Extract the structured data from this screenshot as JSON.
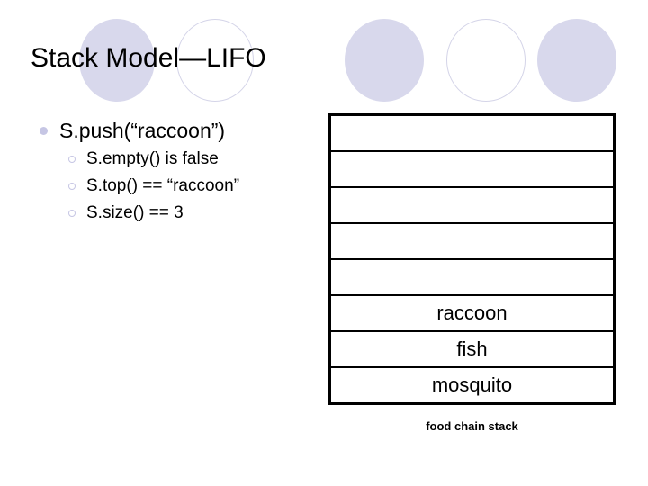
{
  "slide": {
    "title": "Stack Model—LIFO",
    "background_color": "#ffffff",
    "accent_color": "#d8d8ec",
    "text_color": "#000000"
  },
  "decorations": {
    "circles": [
      {
        "name": "circle-1",
        "style": "filled",
        "color": "#d8d8ec"
      },
      {
        "name": "circle-2",
        "style": "outline",
        "color": "#d4d4e8"
      },
      {
        "name": "circle-3",
        "style": "filled",
        "color": "#d8d8ec"
      },
      {
        "name": "circle-4",
        "style": "outline",
        "color": "#d4d4e8"
      },
      {
        "name": "circle-5",
        "style": "filled",
        "color": "#d8d8ec"
      }
    ]
  },
  "bullets": {
    "level1": "S.push(“raccoon”)",
    "level2": [
      "S.empty() is false",
      "S.top() == “raccoon”",
      "S.size() == 3"
    ]
  },
  "stack_diagram": {
    "caption": "food chain stack",
    "slot_count": 8,
    "slots": [
      "",
      "",
      "",
      "",
      "",
      "raccoon",
      "fish",
      "mosquito"
    ]
  }
}
